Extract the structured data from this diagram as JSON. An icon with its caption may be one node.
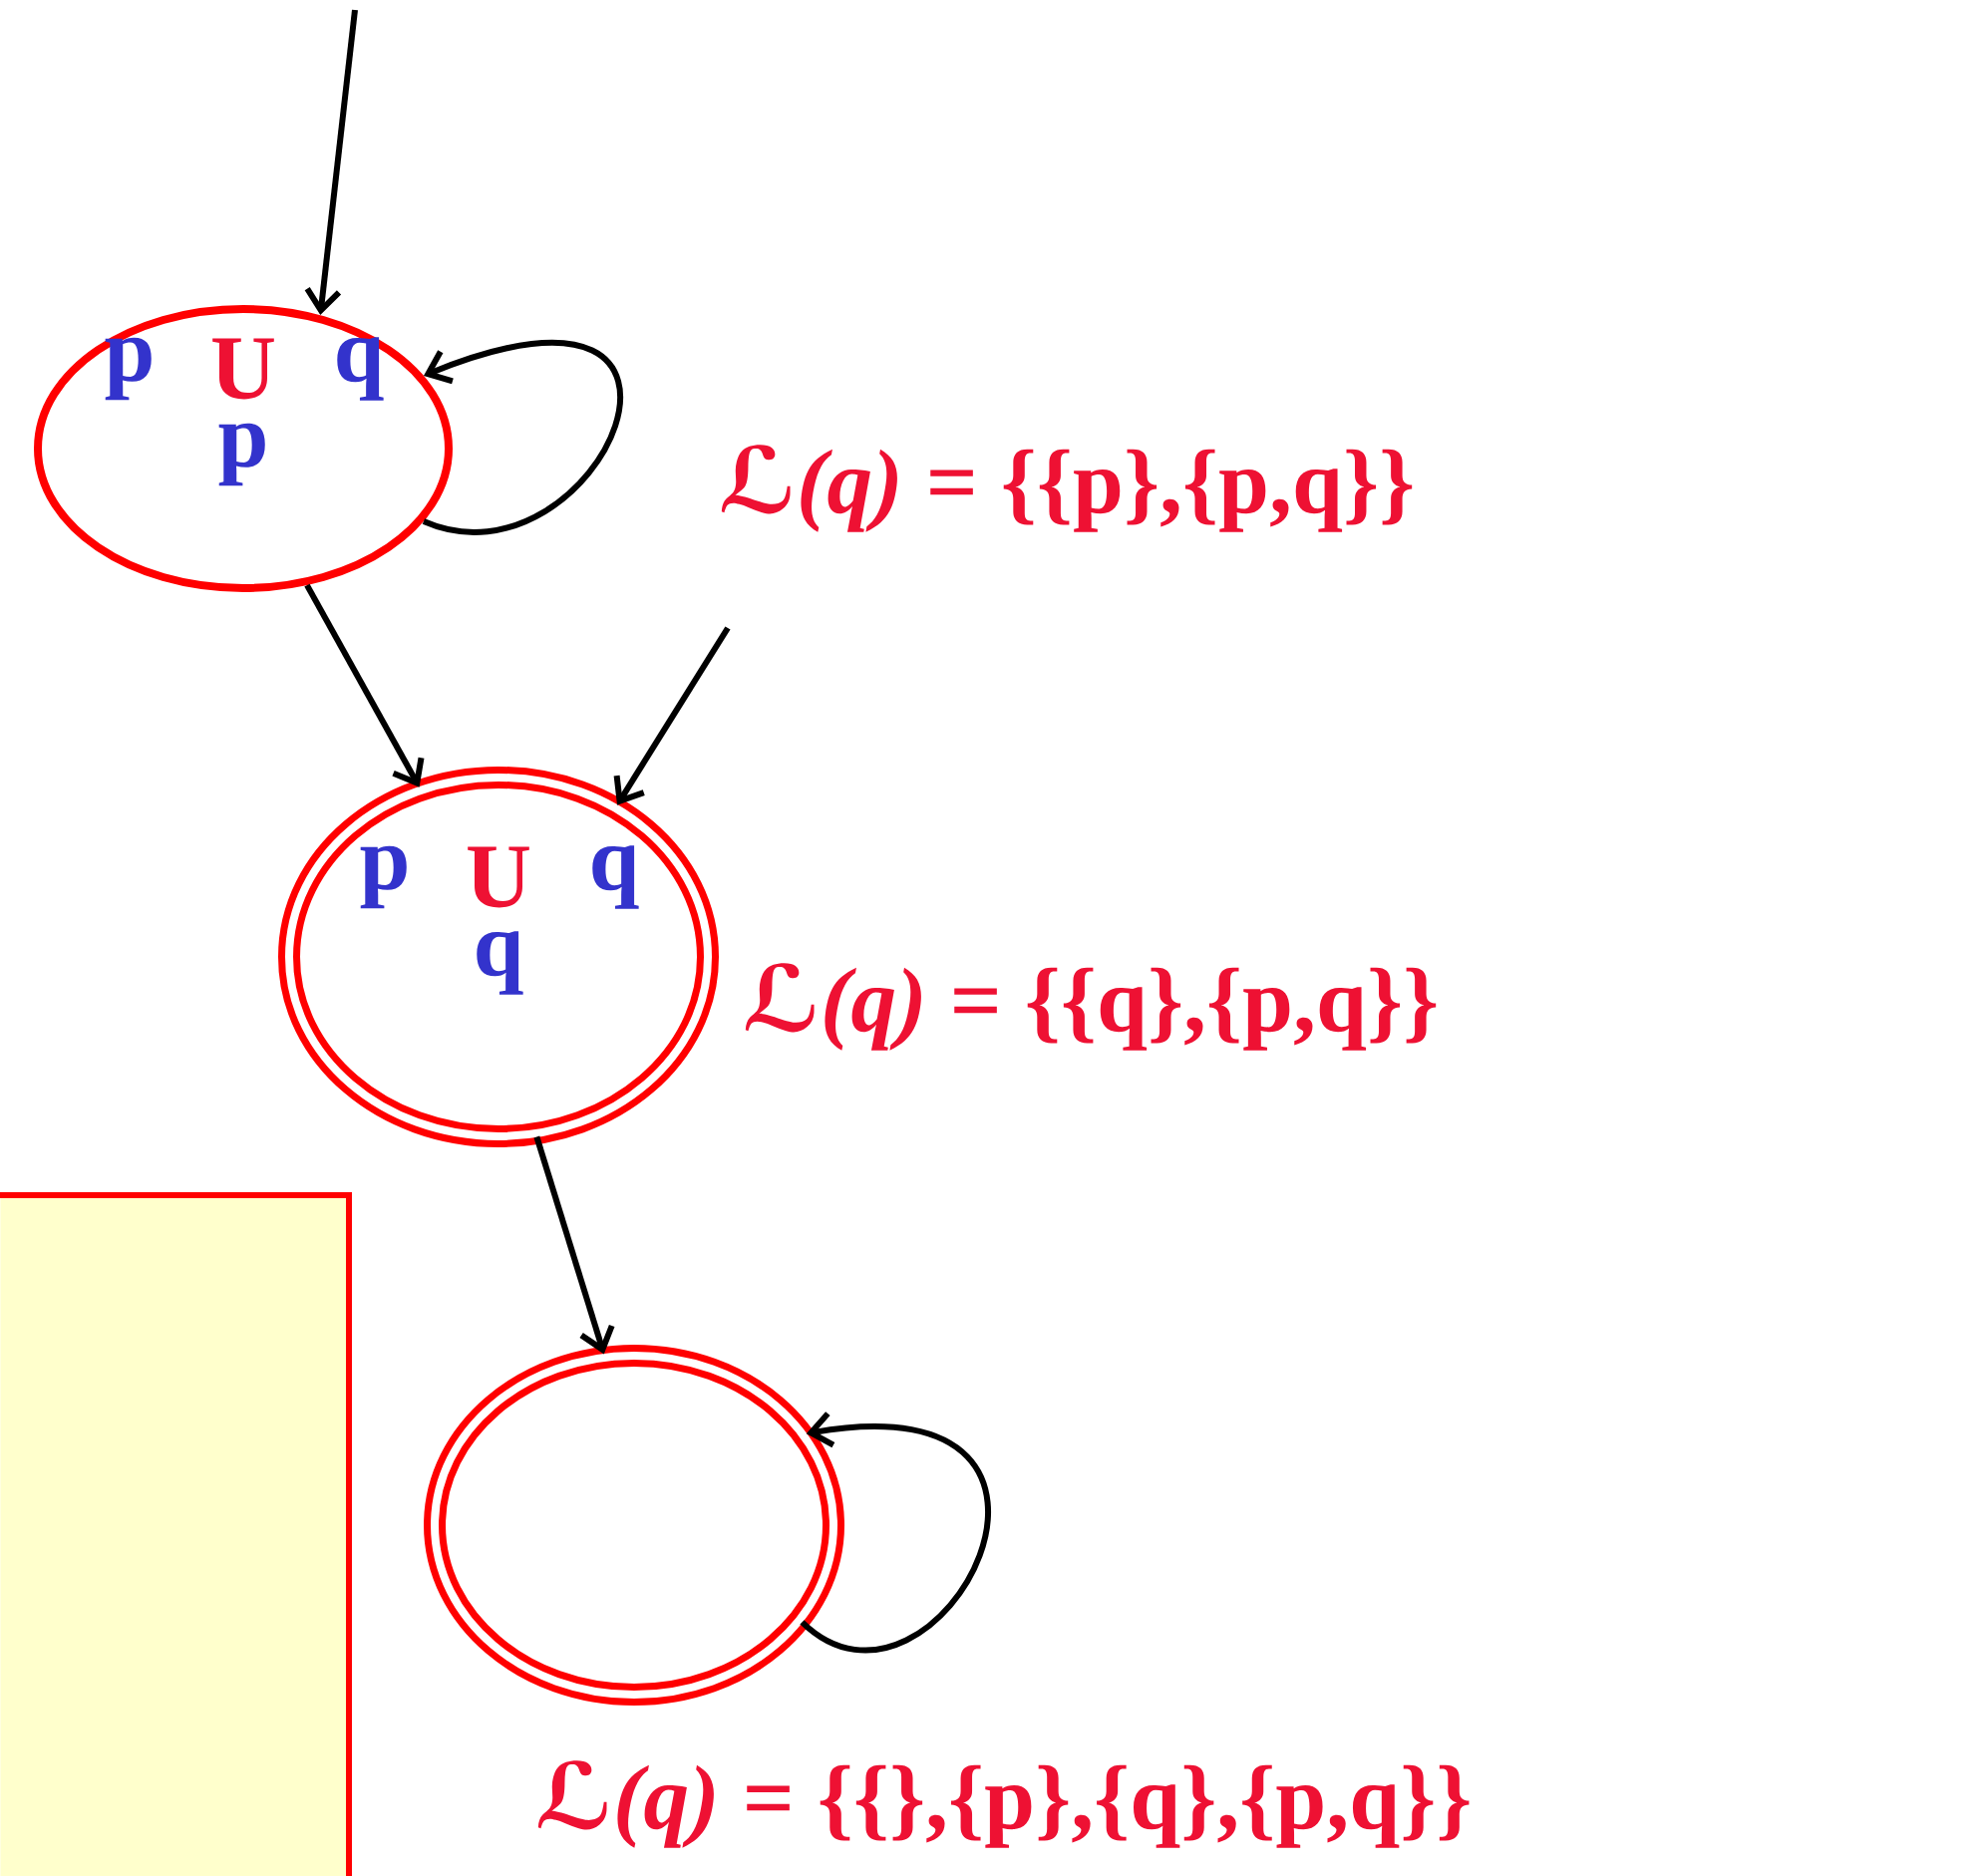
{
  "diagram": {
    "nodes": [
      {
        "text": [
          "p",
          "U",
          "q",
          "p"
        ],
        "beside": [
          "*ℒ(q)* = {{p},{p,q}}"
        ]
      },
      {
        "text": [
          "p",
          "U",
          "q",
          "q"
        ],
        "beside": [
          "*ℒ(q)* = {{q},{p,q}}"
        ]
      },
      {
        "text": [],
        "shape": "circle",
        "beside": [
          "*ℒ(q)* = {{},{p},{q},{p,q}}"
        ]
      },
      {
        "text": [],
        "shape": "box"
      }
    ],
    "edges": [
      {
        "from": null,
        "to": 0,
        "arrow": "to"
      },
      {
        "from": 0,
        "to": 0,
        "arrow": "to"
      },
      {
        "from": 0,
        "to": 1,
        "arrow": "to"
      },
      {
        "from": null,
        "to": 1,
        "arrow": "to"
      },
      {
        "from": 1,
        "to": 2,
        "arrow": "to"
      },
      {
        "from": 2,
        "to": 2,
        "arrow": "to"
      }
    ]
  }
}
